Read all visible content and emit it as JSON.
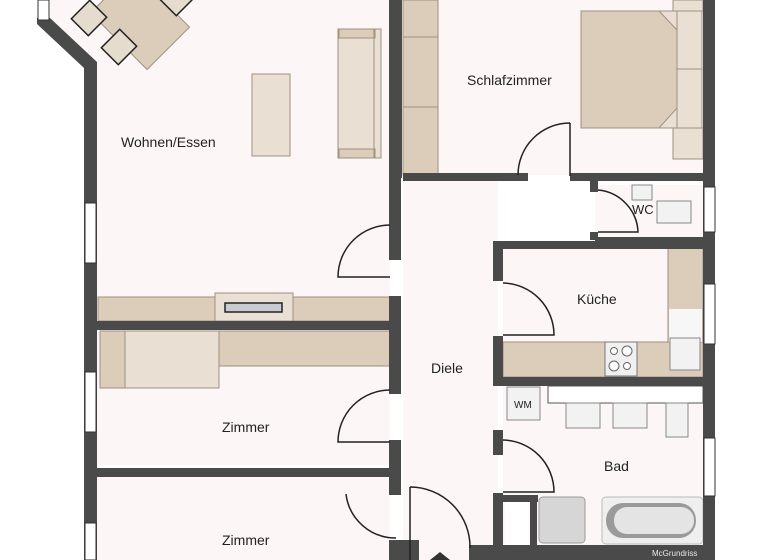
{
  "floorplan": {
    "rooms": {
      "wohnen": {
        "label": "Wohnen/Essen"
      },
      "schlaf": {
        "label": "Schlafzimmer"
      },
      "wc": {
        "label": "WC"
      },
      "kueche": {
        "label": "Küche"
      },
      "diele": {
        "label": "Diele"
      },
      "zimmer1": {
        "label": "Zimmer"
      },
      "zimmer2": {
        "label": "Zimmer"
      },
      "bad": {
        "label": "Bad"
      }
    },
    "fixtures": {
      "washing_machine": {
        "label": "WM"
      }
    },
    "credit": "McGrundriss"
  },
  "colors": {
    "wall": "#4a4a4a",
    "floor": "#fdf6f6",
    "furniture": "#dccdbb",
    "furniture_light": "#e9dfd3"
  }
}
